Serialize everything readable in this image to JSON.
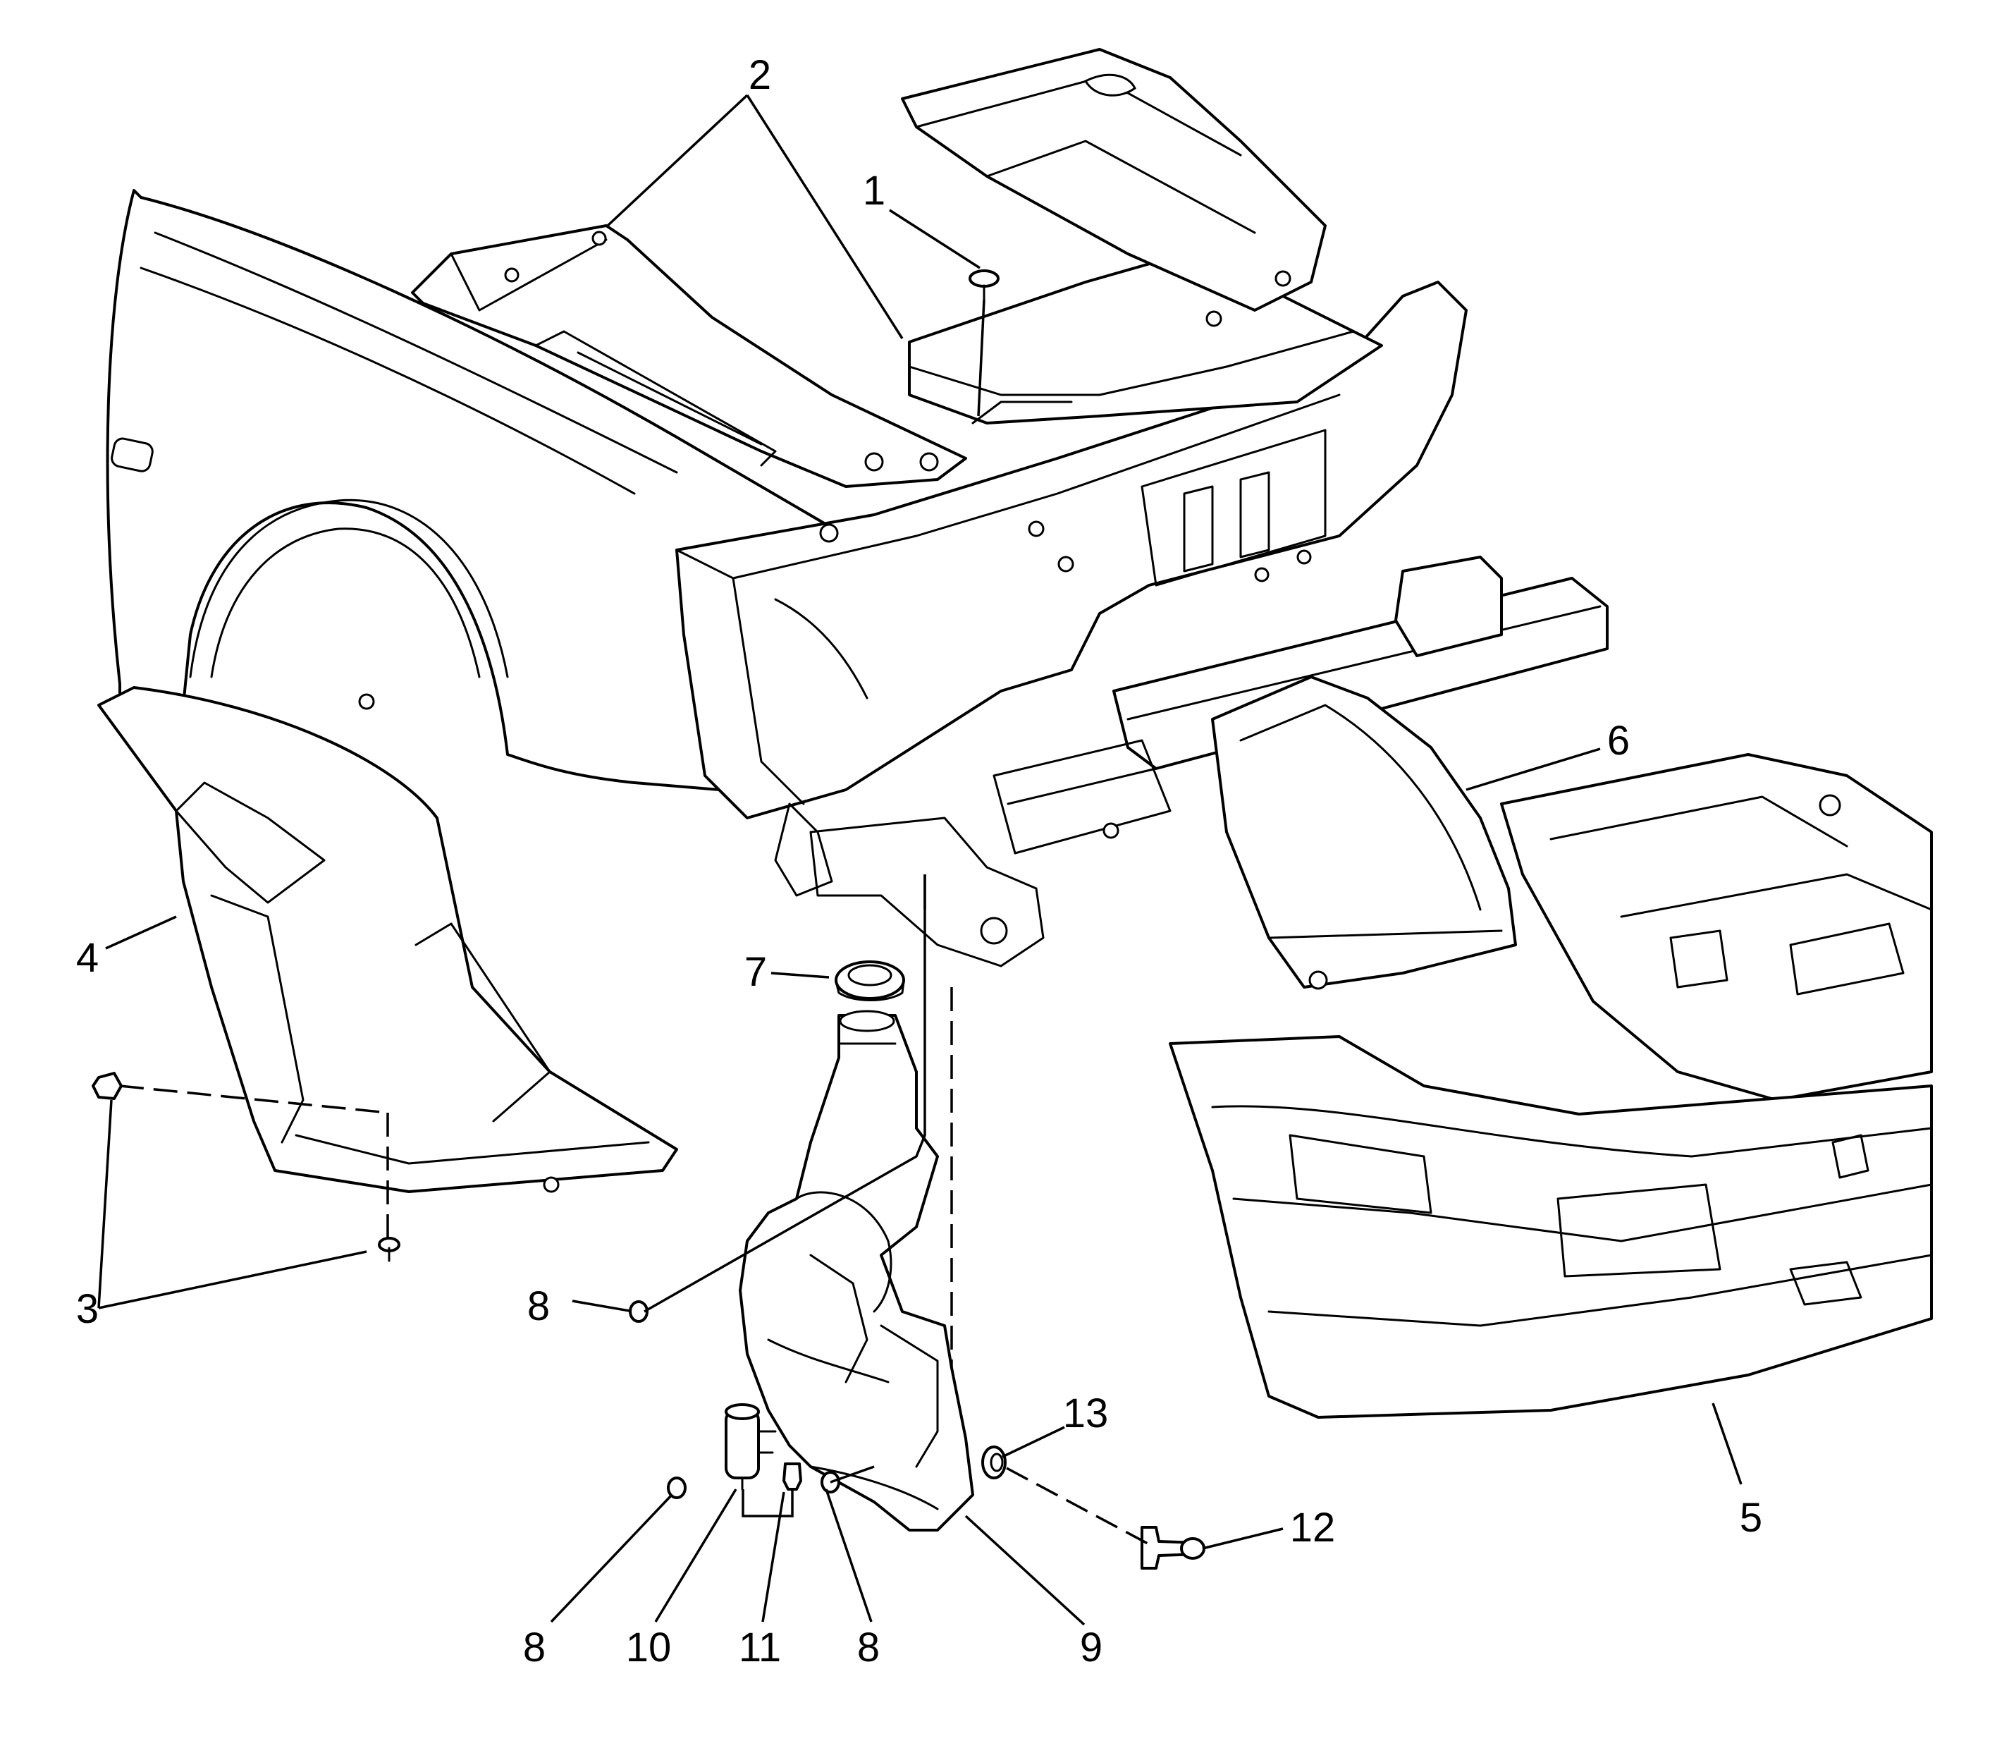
{
  "diagram": {
    "callouts": [
      {
        "id": "c1",
        "label": "1"
      },
      {
        "id": "c2",
        "label": "2"
      },
      {
        "id": "c3",
        "label": "3"
      },
      {
        "id": "c4",
        "label": "4"
      },
      {
        "id": "c5",
        "label": "5"
      },
      {
        "id": "c6",
        "label": "6"
      },
      {
        "id": "c7",
        "label": "7"
      },
      {
        "id": "c8a",
        "label": "8"
      },
      {
        "id": "c8b",
        "label": "8"
      },
      {
        "id": "c8c",
        "label": "8"
      },
      {
        "id": "c9",
        "label": "9"
      },
      {
        "id": "c10",
        "label": "10"
      },
      {
        "id": "c11",
        "label": "11"
      },
      {
        "id": "c12",
        "label": "12"
      },
      {
        "id": "c13",
        "label": "13"
      }
    ]
  }
}
